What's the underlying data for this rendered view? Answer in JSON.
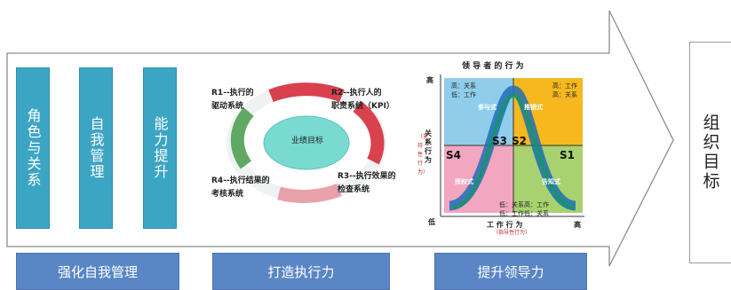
{
  "capabilities": [
    "角色与关系",
    "自我管理",
    "能力提升"
  ],
  "execution": {
    "r1": "R1--执行的\n驱动系统",
    "r2": "R2--执行人的\n职责系统（KPI）",
    "r3": "R3--执行效果的\n检查系统",
    "r4": "R4--执行结果的\n考核系统",
    "center": "业绩目标"
  },
  "leadership": {
    "title": "领 导 者 的 行 为",
    "y_axis": "关系行为",
    "y_axis_sub": "（支持性行为）",
    "y_high": "高",
    "y_low": "低",
    "x_axis": "工 作 行 为",
    "x_axis_sub": "（指导性行为）",
    "x_high": "高",
    "quadrants": [
      "S1",
      "S2",
      "S3",
      "S4"
    ],
    "q_top_left": "高：关系\n低：工作",
    "q_top_right": "高：工作\n高：关系",
    "q_bottom_left": "低：关系\n低：工作",
    "q_bottom_right": "高：工作\n低：关系",
    "style_s1": "告知式",
    "style_s2": "推销式",
    "style_s3": "参与式",
    "style_s4": "授权式"
  },
  "bottom_labels": [
    "强化自我管理",
    "打造执行力",
    "提升领导力"
  ],
  "goal": "组织目标",
  "colors": {
    "arrow_outline": "#8c8c8c",
    "bar_blue": "#3da5c4",
    "button_blue": "#5b86c5",
    "q_s3": "#8fcdea",
    "q_s2": "#f6b81e",
    "q_s4": "#f3a6bf",
    "q_s1": "#a7d26f"
  }
}
